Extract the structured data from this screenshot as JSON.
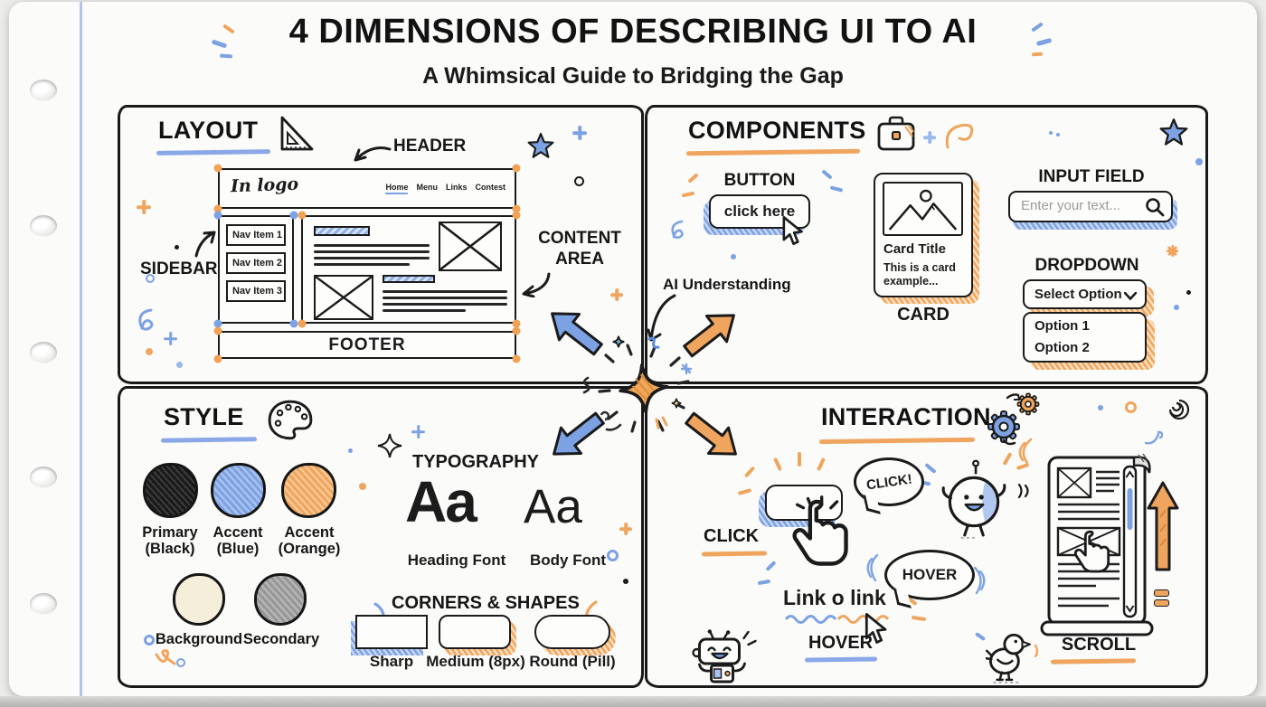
{
  "page": {
    "title": "4 DIMENSIONS OF DESCRIBING UI TO AI",
    "subtitle": "A Whimsical Guide to Bridging the Gap"
  },
  "colors": {
    "ink": "#1b1b1b",
    "blue": "#7da2e3",
    "orange": "#f0a55f",
    "paper": "#fbfbf9"
  },
  "center": {
    "label": "AI Understanding"
  },
  "layout": {
    "heading": "LAYOUT",
    "annotations": {
      "header": "HEADER",
      "sidebar": "SIDEBAR",
      "content_area": "CONTENT AREA"
    },
    "wireframe": {
      "logo": "In logo",
      "nav": [
        "Home",
        "Menu",
        "Links",
        "Contest"
      ],
      "nav_items": [
        "Nav Item 1",
        "Nav Item 2",
        "Nav Item 3"
      ],
      "footer": "FOOTER"
    }
  },
  "components": {
    "heading": "COMPONENTS",
    "button": {
      "label": "BUTTON",
      "text": "click here"
    },
    "card": {
      "label": "CARD",
      "title": "Card Title",
      "body": "This is a card example..."
    },
    "input": {
      "label": "INPUT FIELD",
      "placeholder": "Enter your text..."
    },
    "dropdown": {
      "label": "DROPDOWN",
      "selected": "Select Option",
      "options": [
        "Option 1",
        "Option 2"
      ]
    }
  },
  "style": {
    "heading": "STYLE",
    "swatches": [
      {
        "name": "Primary (Black)",
        "color": "#1a1a1a"
      },
      {
        "name": "Accent (Blue)",
        "color": "#7da2e3"
      },
      {
        "name": "Accent (Orange)",
        "color": "#efa55e"
      },
      {
        "name": "Background",
        "color": "#f5eeda"
      },
      {
        "name": "Secondary",
        "color": "#9c9c9c"
      }
    ],
    "typography": {
      "heading": "TYPOGRAPHY",
      "sample": "Aa",
      "heading_font": "Heading Font",
      "body_font": "Body Font"
    },
    "corners": {
      "heading": "CORNERS & SHAPES",
      "labels": [
        "Sharp",
        "Medium (8px)",
        "Round (Pill)"
      ]
    }
  },
  "interaction": {
    "heading": "INTERACTION",
    "click": {
      "label": "CLICK",
      "bubble": "CLICK!"
    },
    "hover": {
      "label": "HOVER",
      "bubble": "HOVER",
      "link_text": "Link o link"
    },
    "scroll": {
      "label": "SCROLL"
    }
  }
}
